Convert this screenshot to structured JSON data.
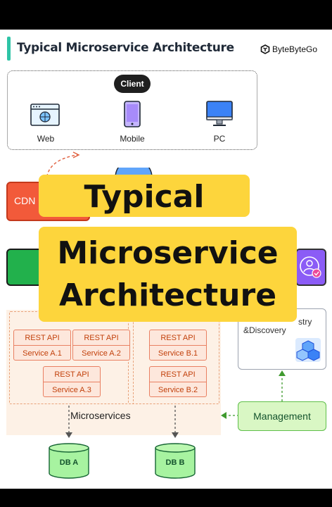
{
  "header": {
    "title": "Typical Microservice Architecture",
    "brand": "ByteByteGo"
  },
  "client": {
    "label": "Client",
    "devices": [
      {
        "label": "Web",
        "icon": "browser-icon"
      },
      {
        "label": "Mobile",
        "icon": "mobile-phone-icon"
      },
      {
        "label": "PC",
        "icon": "monitor-icon"
      }
    ]
  },
  "cdn": {
    "label": "CDN",
    "icon": "cloud-network-icon"
  },
  "microservices": {
    "label": "Microservices",
    "services": [
      {
        "api": "REST API",
        "name": "Service A.1"
      },
      {
        "api": "REST API",
        "name": "Service A.2"
      },
      {
        "api": "REST API",
        "name": "Service A.3"
      },
      {
        "api": "REST API",
        "name": "Service B.1"
      },
      {
        "api": "REST API",
        "name": "Service B.2"
      }
    ]
  },
  "registry": {
    "label_line1": "stry",
    "label_line2": "&Discovery",
    "icon": "cubes-icon"
  },
  "management": {
    "label": "Management"
  },
  "databases": [
    {
      "label": "DB A"
    },
    {
      "label": "DB B"
    }
  ],
  "overlay": {
    "line1": "Typical",
    "line2": "Microservice",
    "line3": "Architecture"
  },
  "colors": {
    "accent": "#2ec4a6",
    "cdn": "#f25a3a",
    "overlay": "#fdd53c",
    "service": "#e98062",
    "management": "#d9f7c4",
    "db": "#a7f3a0"
  }
}
